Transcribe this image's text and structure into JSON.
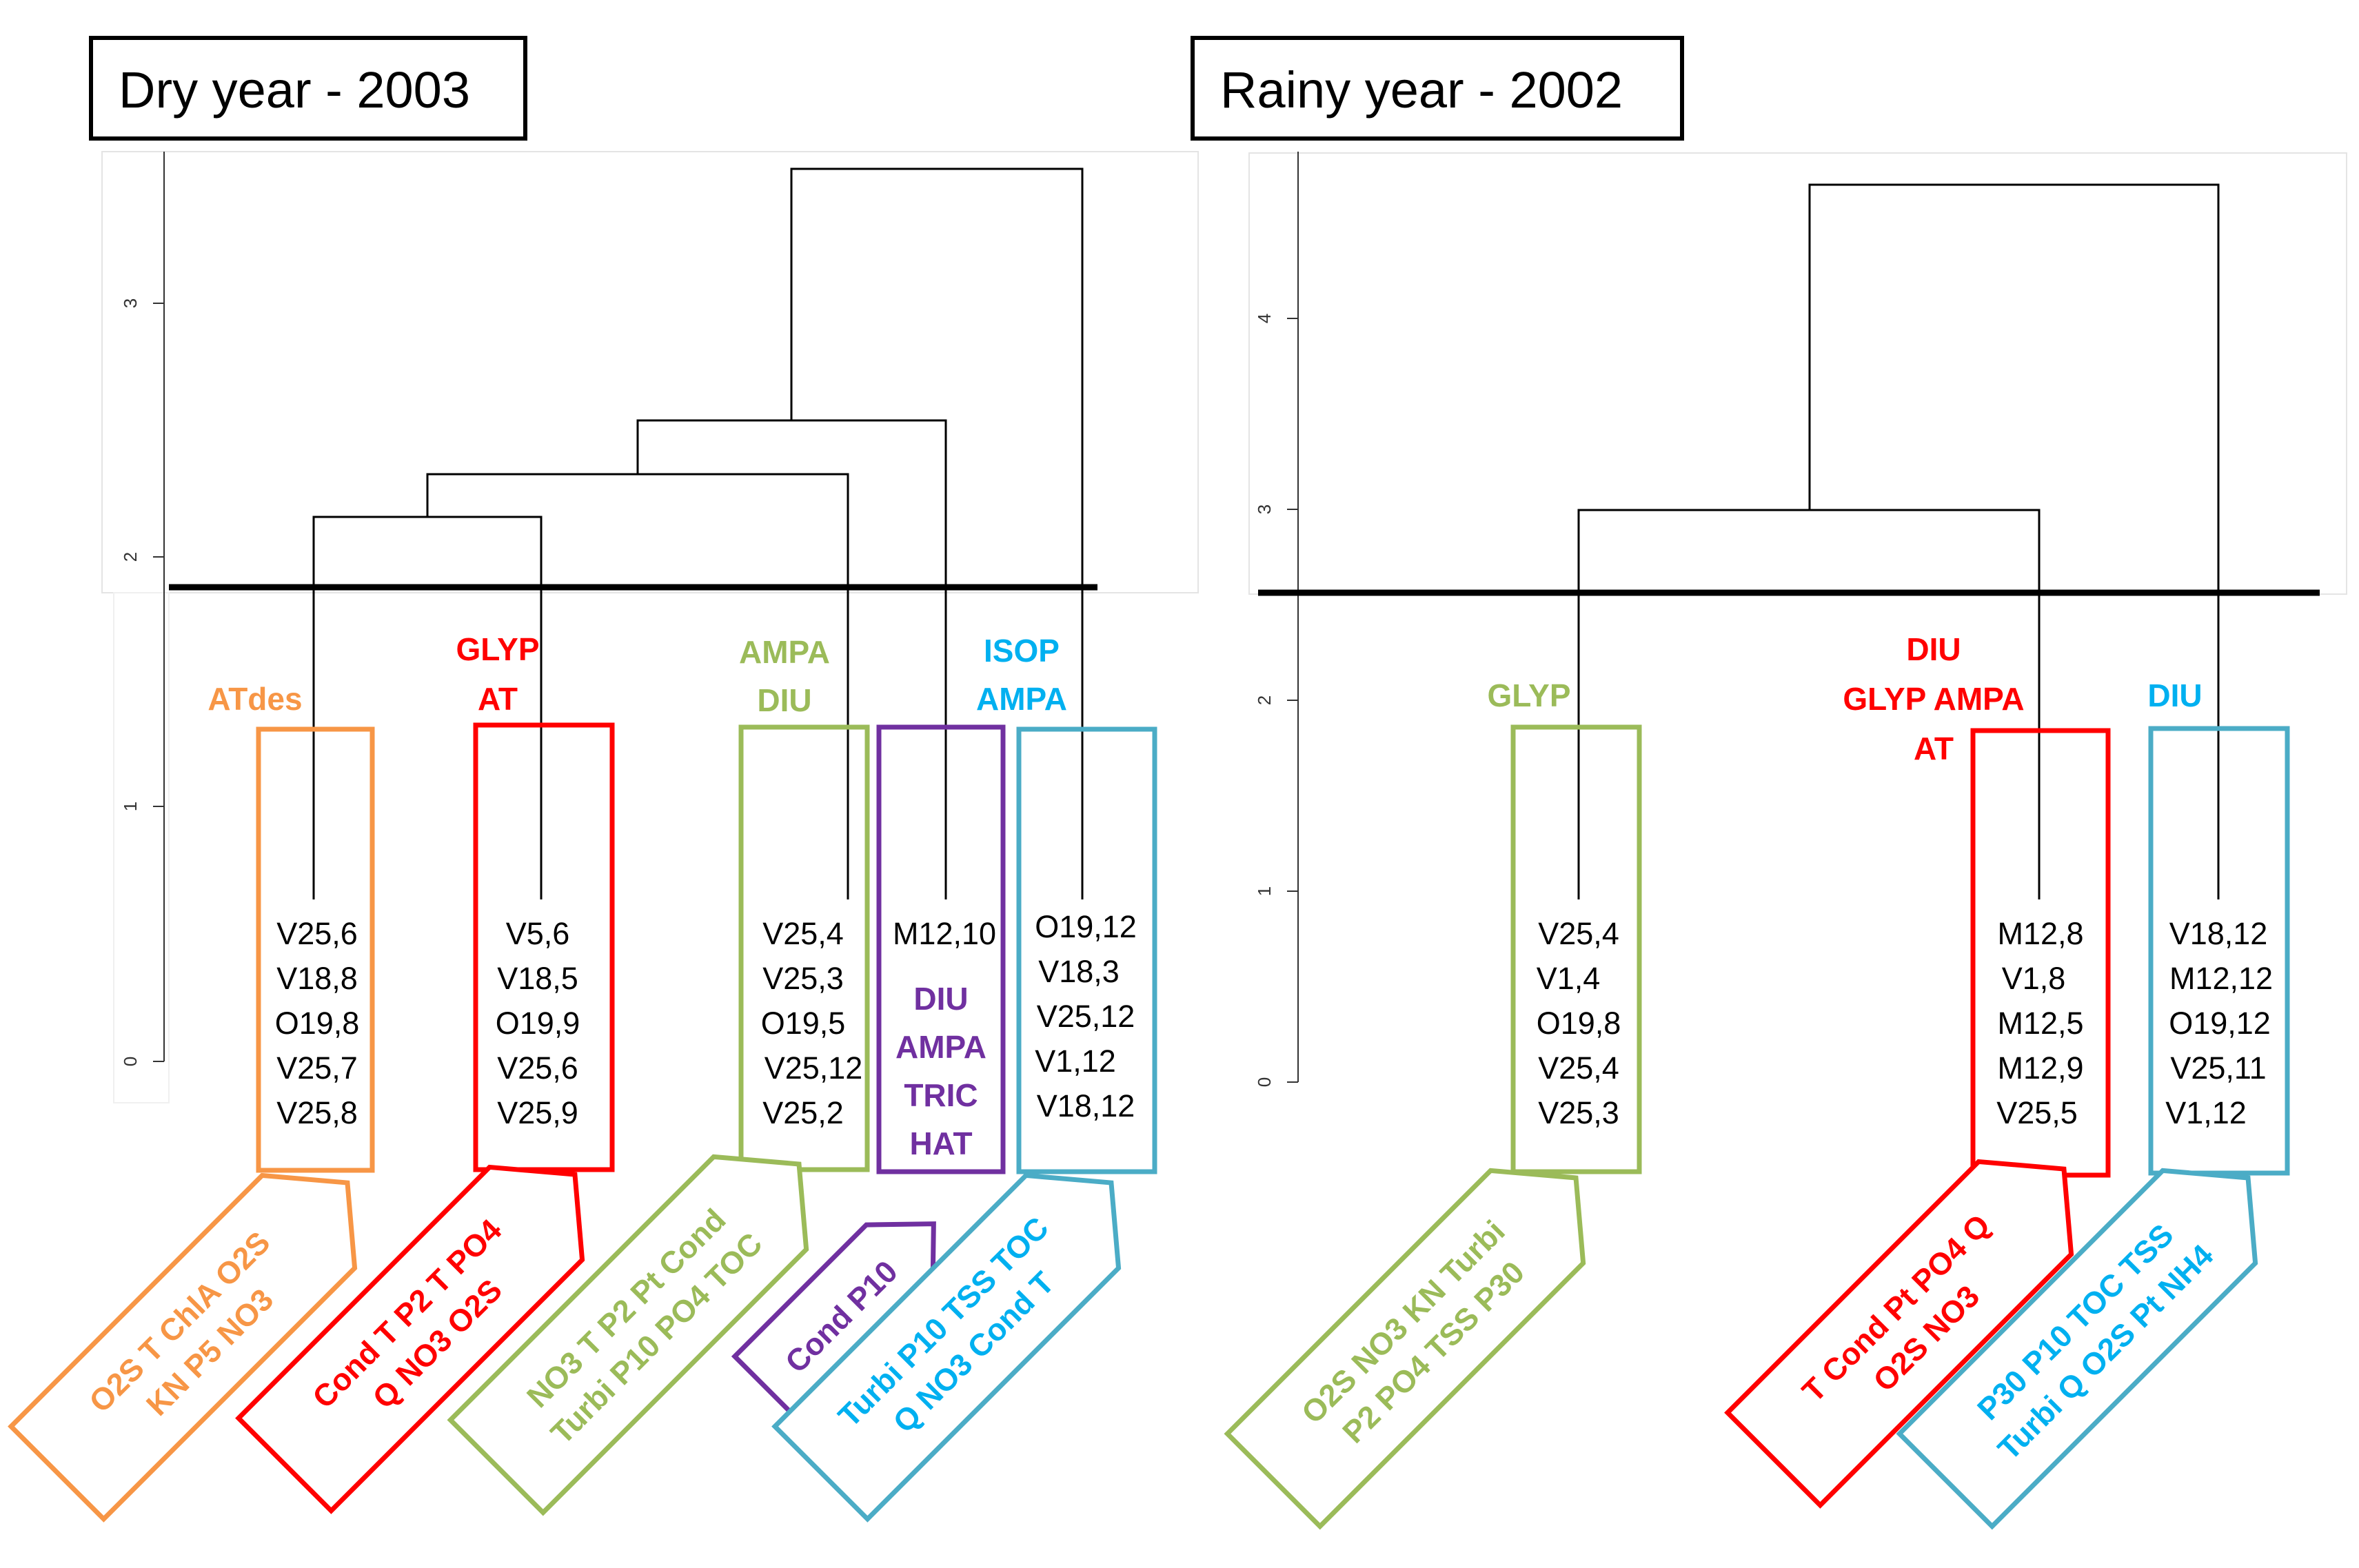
{
  "colors": {
    "orange": "#F79646",
    "red": "#FF0000",
    "green": "#9BBB59",
    "purple": "#7030A0",
    "blue": "#4BACC6",
    "cyan": "#00B0F0"
  },
  "panels": [
    {
      "id": "dry",
      "title": "Dry year - 2003",
      "yticks": [
        "0",
        "1",
        "2",
        "3"
      ],
      "clusters": [
        {
          "key": "c1",
          "color": "orange",
          "genes": [
            "ATdes"
          ],
          "samples": [
            "V25,6",
            "V18,8",
            "O19,8",
            "V25,7",
            "V25,8"
          ],
          "vars": [
            "O2S T ChlA O2S",
            "KN P5 NO3"
          ]
        },
        {
          "key": "c2",
          "color": "red",
          "genes": [
            "GLYP",
            "AT"
          ],
          "samples": [
            "V5,6",
            "V18,5",
            "O19,9",
            "V25,6",
            "V25,9"
          ],
          "vars": [
            "Cond T P2 T PO4",
            "Q NO3 O2S"
          ]
        },
        {
          "key": "c3",
          "color": "green",
          "genes": [
            "AMPA",
            "DIU"
          ],
          "samples": [
            "V25,4",
            "V25,3",
            "O19,5",
            "V25,12",
            "V25,2"
          ],
          "vars": [
            "NO3 T P2 Pt Cond",
            "Turbi P10 PO4 TOC"
          ]
        },
        {
          "key": "c4",
          "color": "purple",
          "genes": [
            "DIU",
            "AMPA",
            "TRIC",
            "HAT"
          ],
          "samples": [
            "M12,10"
          ],
          "vars": [
            "Cond P10"
          ]
        },
        {
          "key": "c5",
          "color": "cyan",
          "box": "blue",
          "genes": [
            "ISOP",
            "AMPA"
          ],
          "samples": [
            "O19,12",
            "V18,3",
            "V25,12",
            "V1,12",
            "V18,12"
          ],
          "vars": [
            "Turbi P10 TSS TOC",
            "Q NO3 Cond T"
          ]
        }
      ]
    },
    {
      "id": "rainy",
      "title": "Rainy year - 2002",
      "yticks": [
        "0",
        "1",
        "2",
        "3",
        "4"
      ],
      "clusters": [
        {
          "key": "r1",
          "color": "green",
          "genes": [
            "GLYP"
          ],
          "samples": [
            "V25,4",
            "V1,4",
            "O19,8",
            "V25,4",
            "V25,3"
          ],
          "vars": [
            "O2S NO3 KN Turbi",
            "P2 PO4 TSS P30"
          ]
        },
        {
          "key": "r2",
          "color": "red",
          "genes": [
            "DIU",
            "GLYP AMPA",
            "AT"
          ],
          "samples": [
            "M12,8",
            "V1,8",
            "M12,5",
            "M12,9",
            "V25,5"
          ],
          "vars": [
            "T Cond Pt PO4 Q",
            "O2S NO3"
          ]
        },
        {
          "key": "r3",
          "color": "cyan",
          "box": "blue",
          "genes": [
            "DIU"
          ],
          "samples": [
            "V18,12",
            "M12,12",
            "O19,12",
            "V25,11",
            "V1,12"
          ],
          "vars": [
            "P30 P10 TOC TSS",
            "Turbi Q O2S Pt NH4"
          ]
        }
      ]
    }
  ]
}
